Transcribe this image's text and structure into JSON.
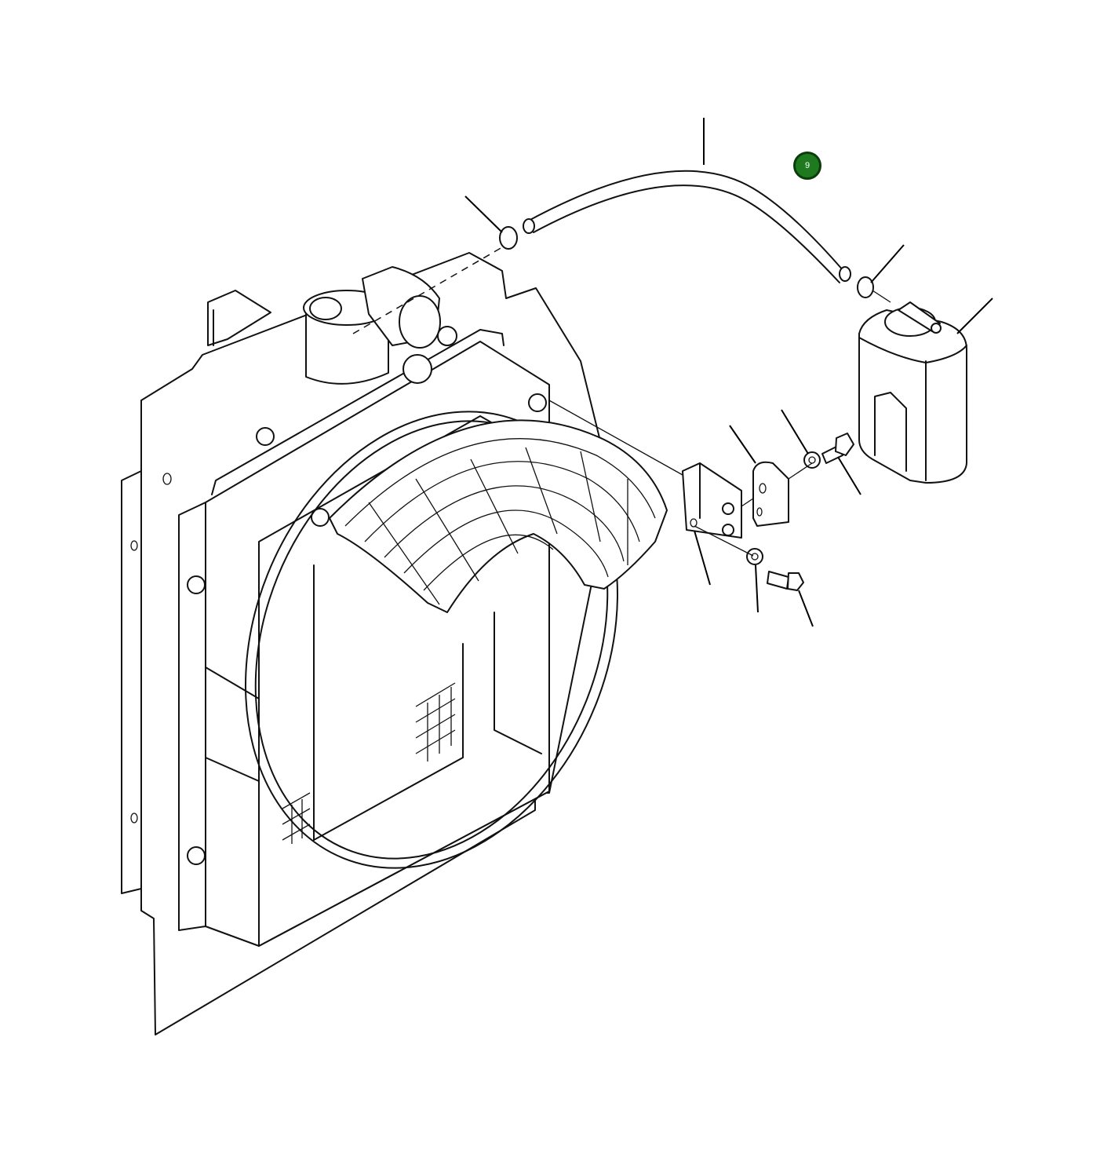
{
  "diagram": {
    "callout": {
      "label": "9",
      "color": "#1f7a1f",
      "border_color": "#0b3d0b"
    },
    "parts": [
      "radiator-assembly",
      "fan-shroud",
      "fan-guard",
      "overflow-hose",
      "hose-clamp",
      "coolant-reserve-tank",
      "tank-cap",
      "mounting-bracket",
      "rubber-mount",
      "washer",
      "bolt"
    ]
  }
}
